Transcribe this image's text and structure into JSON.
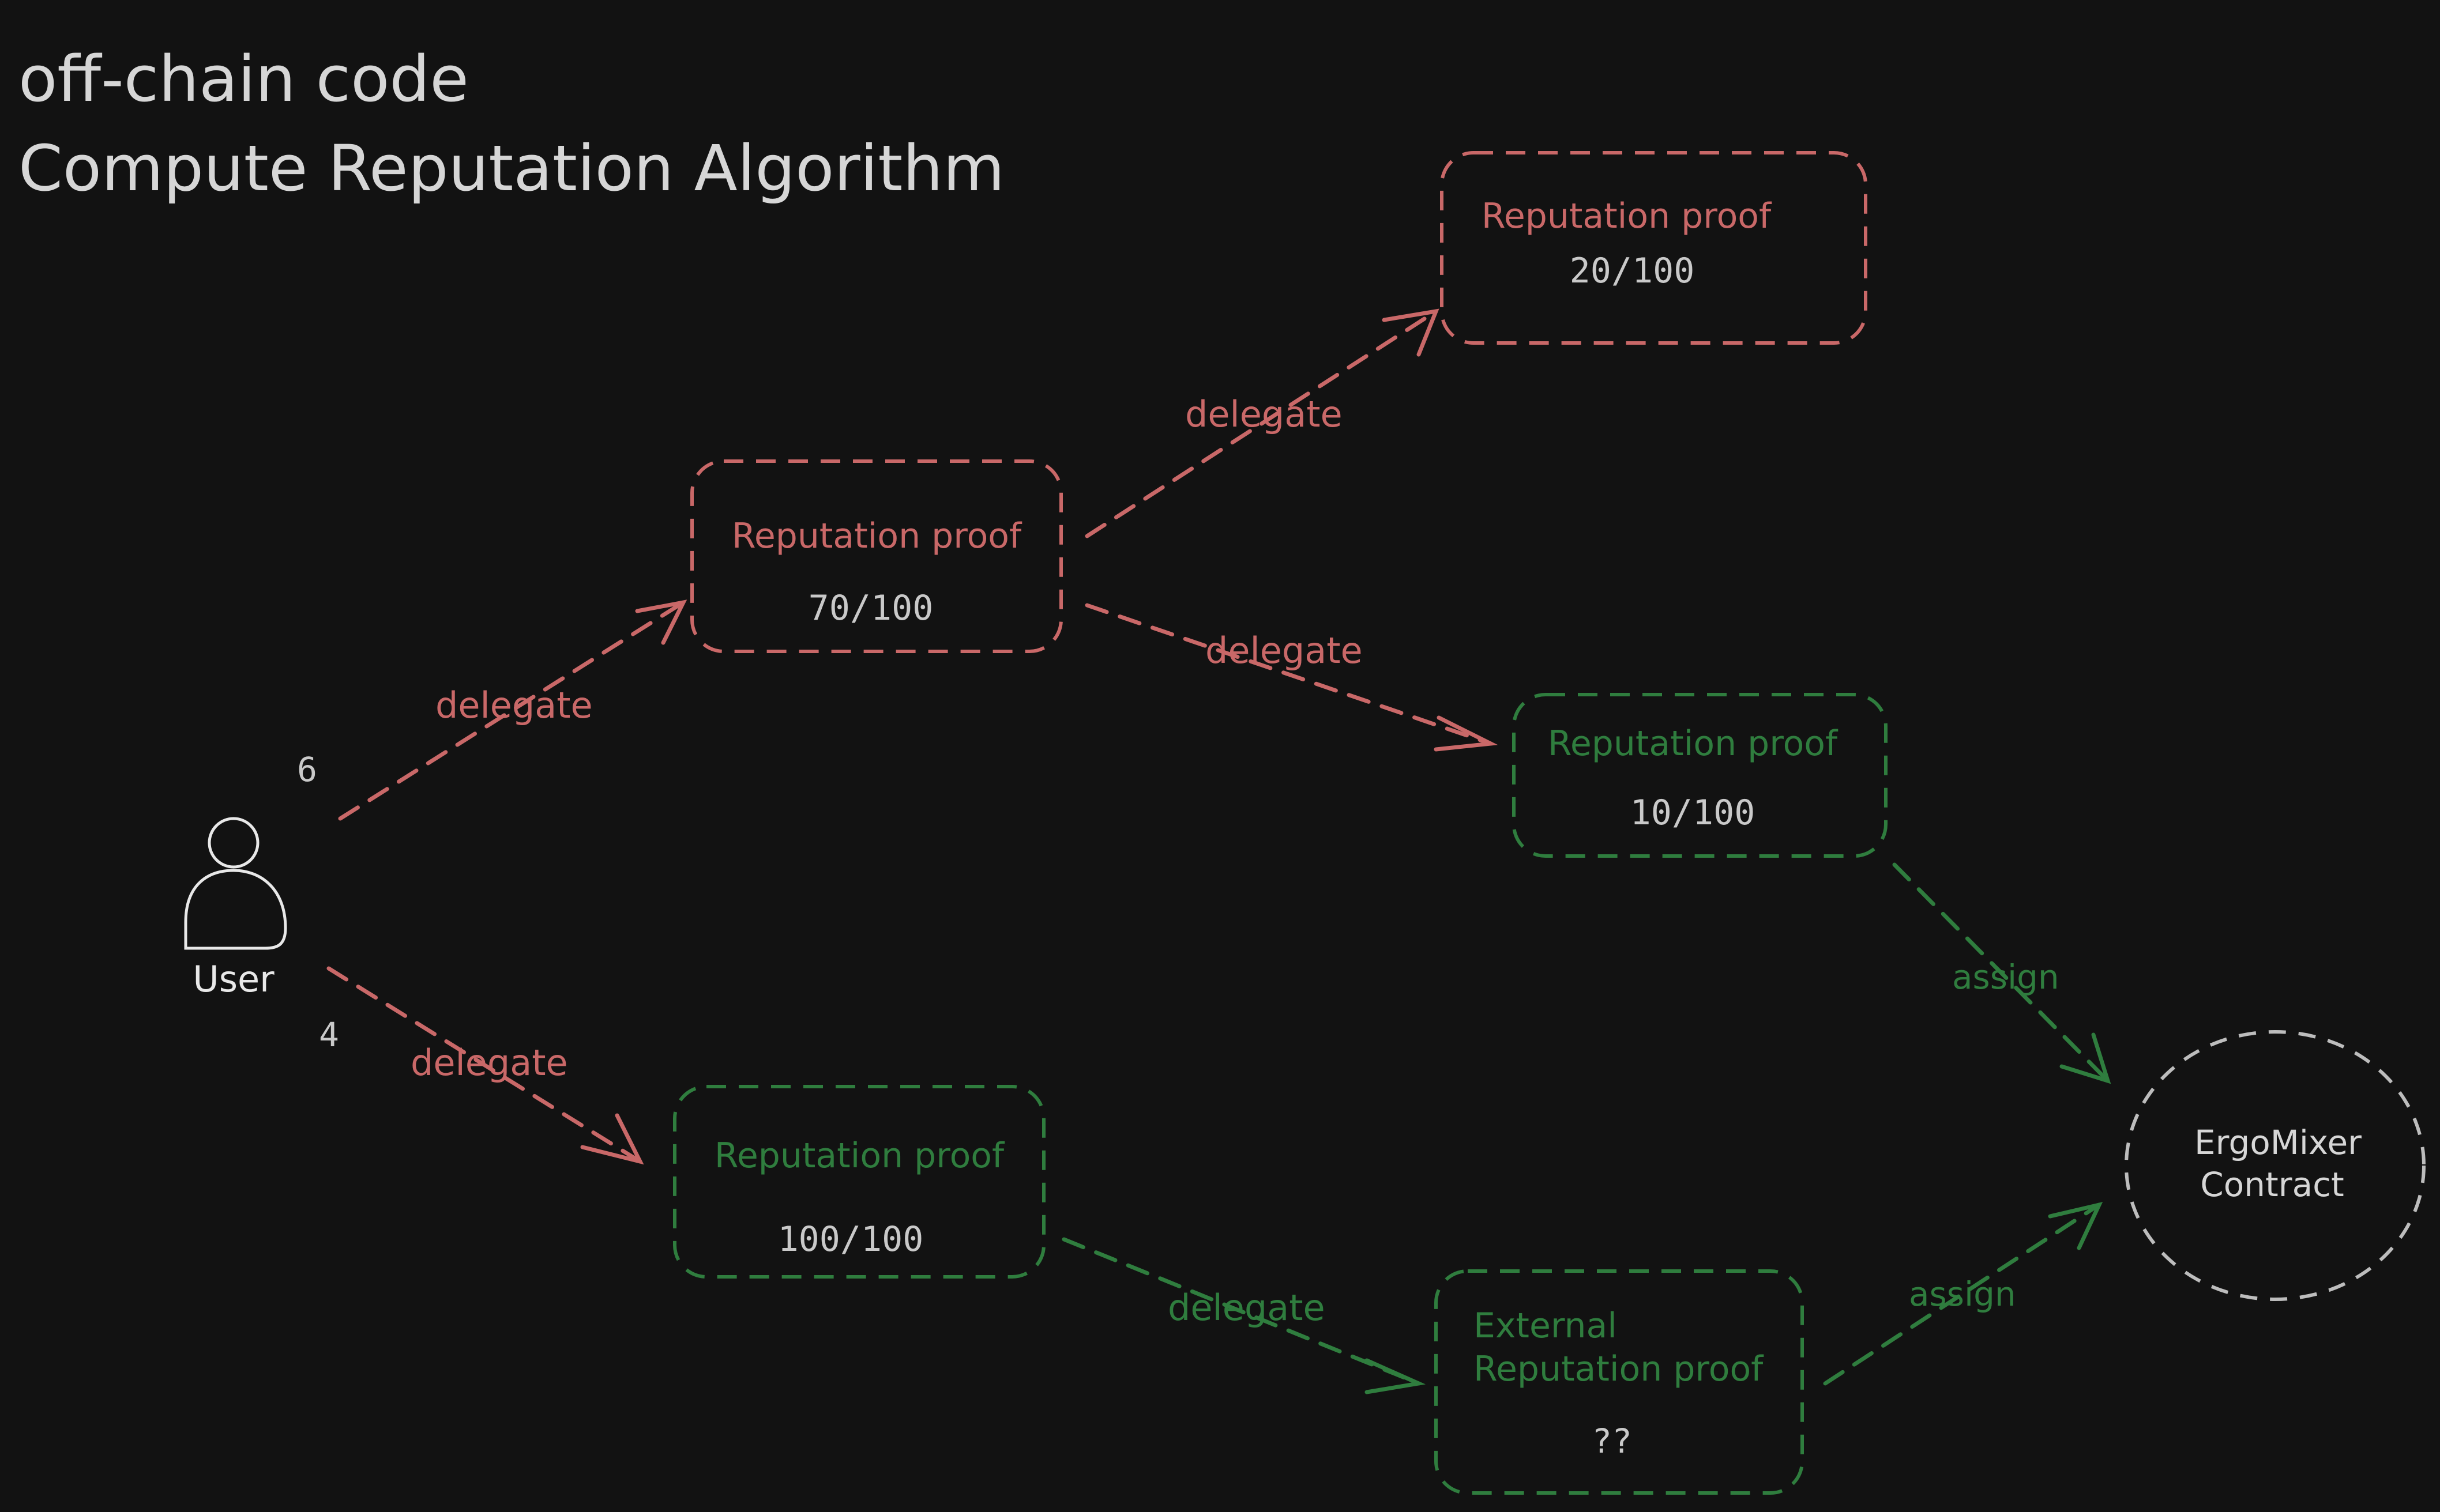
{
  "title": {
    "line1": "off-chain code",
    "line2": "Compute Reputation Algorithm"
  },
  "colors": {
    "background": "#121212",
    "red": "#c96868",
    "green": "#2f7d3e",
    "title_text": "#d6d6d6",
    "value_text": "#c9c9c9",
    "user_stroke": "#e8e8e8",
    "contract_stroke": "#bdbdbd"
  },
  "user": {
    "label": "User",
    "icon": "user-icon"
  },
  "weights": {
    "top": "6",
    "bottom": "4"
  },
  "proofs": {
    "p70": {
      "label": "Reputation proof",
      "value": "70/100",
      "status": "red"
    },
    "p20": {
      "label": "Reputation proof",
      "value": "20/100",
      "status": "red"
    },
    "p10": {
      "label": "Reputation proof",
      "value": "10/100",
      "status": "green"
    },
    "p100": {
      "label": "Reputation proof",
      "value": "100/100",
      "status": "green"
    },
    "external": {
      "label_line1": "External",
      "label_line2": "Reputation proof",
      "value": "??",
      "status": "green"
    }
  },
  "contract": {
    "line1": "ErgoMixer",
    "line2": "Contract"
  },
  "edges": {
    "user_to_p70": "delegate",
    "user_to_p100": "delegate",
    "p70_to_p20": "delegate",
    "p70_to_p10": "delegate",
    "p100_to_external": "delegate",
    "p10_to_contract": "assign",
    "external_to_contract": "assign"
  }
}
